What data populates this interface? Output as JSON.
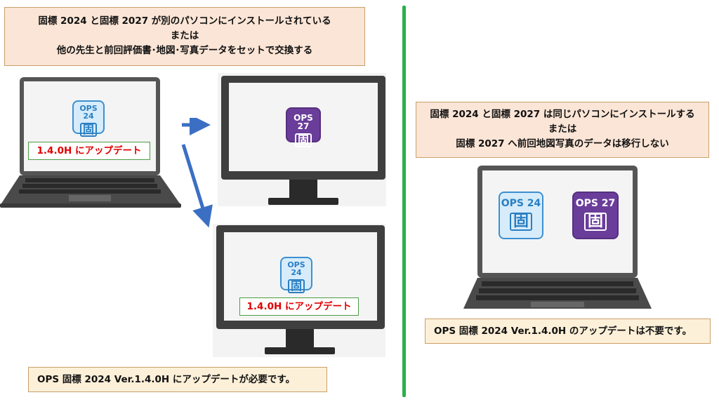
{
  "left": {
    "header_lines": [
      "固標 2024 と固標 2027 が別のパソコンにインストールされている",
      "または",
      "他の先生と前回評価書･地図･写真データをセットで交換する"
    ],
    "laptop_icon": {
      "ops": "OPS 24",
      "kanji": "固"
    },
    "laptop_badge": "1.4.0H にアップデート",
    "monitor_top_icon": {
      "ops": "OPS 27",
      "kanji": "固"
    },
    "monitor_bottom_icon": {
      "ops": "OPS 24",
      "kanji": "固"
    },
    "monitor_bottom_badge": "1.4.0H にアップデート",
    "footer": "OPS 固標 2024  Ver.1.4.0H にアップデートが必要です。"
  },
  "right": {
    "header_lines": [
      "固標 2024 と固標 2027 は同じパソコンにインストールする",
      "または",
      "固標 2027 へ前回地図写真のデータは移行しない"
    ],
    "icon_24": {
      "ops": "OPS 24",
      "kanji": "固"
    },
    "icon_27": {
      "ops": "OPS 27",
      "kanji": "固"
    },
    "footer": "OPS 固標 2024  Ver.1.4.0H のアップデートは不要です。"
  },
  "colors": {
    "divider": "#2ab04a",
    "arrow": "#3b6fc4",
    "badge_text": "#e00000",
    "icon_24": "#3d8fd0",
    "icon_27": "#6a3d9a"
  }
}
